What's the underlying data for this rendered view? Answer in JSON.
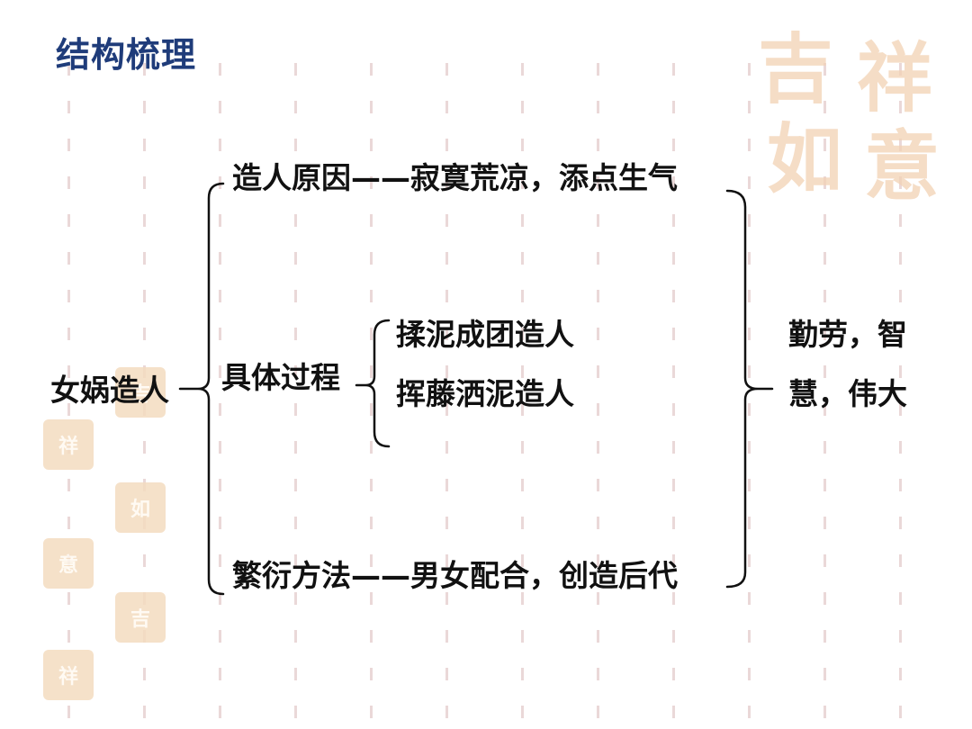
{
  "slide": {
    "title": "结构梳理"
  },
  "decor": {
    "seal_chars": [
      "吉",
      "祥",
      "如",
      "意"
    ]
  },
  "diagram": {
    "root": "女娲造人",
    "branch_reason": "造人原因——寂寞荒凉，添点生气",
    "branch_process": "具体过程",
    "sub_process_1": "揉泥成团造人",
    "sub_process_2": "挥藤洒泥造人",
    "branch_method": "繁衍方法——男女配合，创造后代",
    "conclusion_line1": "勤劳，智",
    "conclusion_line2": "慧，伟大"
  },
  "colors": {
    "title": "#1f3c7a",
    "lines": "#111111",
    "seal": "#f4dcc0"
  }
}
